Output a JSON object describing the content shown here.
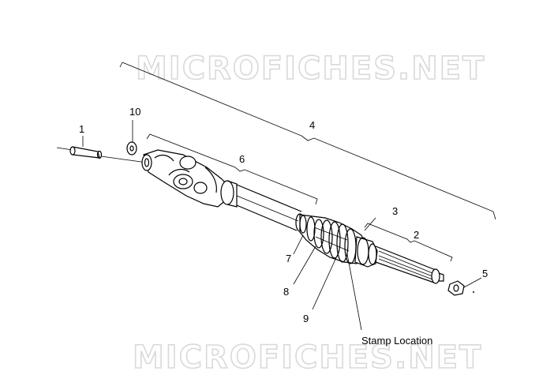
{
  "watermark": "MICROFICHES.NET",
  "callouts": {
    "c1": "1",
    "c2": "2",
    "c3": "3",
    "c4": "4",
    "c5": "5",
    "c6": "6",
    "c7": "7",
    "c8": "8",
    "c9": "9",
    "c10": "10"
  },
  "stamp_label": "Stamp Location"
}
